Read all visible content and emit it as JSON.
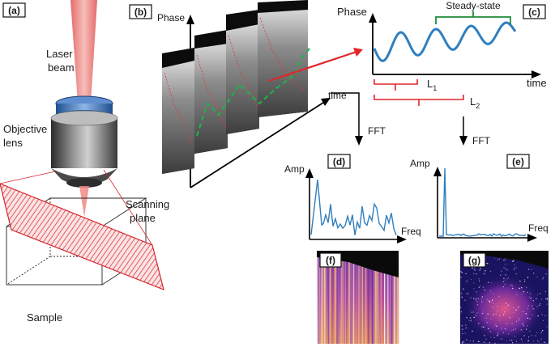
{
  "panels": {
    "a": "(a)",
    "b": "(b)",
    "c": "(c)",
    "d": "(d)",
    "e": "(e)",
    "f": "(f)",
    "g": "(g)"
  },
  "panel_a": {
    "laser_line1": "Laser",
    "laser_line2": "beam",
    "objective_line1": "Objective",
    "objective_line2": "lens",
    "scanning_line1": "Scanning",
    "scanning_line2": "plane",
    "sample": "Sample"
  },
  "panel_b": {
    "y_axis": "Phase",
    "x_axis": "time"
  },
  "panel_c": {
    "y_axis": "Phase",
    "x_axis": "time",
    "steady_state": "Steady-state",
    "l1": "L",
    "l1_sub": "1",
    "l2": "L",
    "l2_sub": "2"
  },
  "fft": {
    "left": "FFT",
    "right": "FFT"
  },
  "panel_d": {
    "y_axis": "Amp",
    "x_axis": "Freq"
  },
  "panel_e": {
    "y_axis": "Amp",
    "x_axis": "Freq"
  },
  "colors": {
    "signal": "#2f7fbf",
    "bracket_red": "#e0262a",
    "bracket_green": "#1f8a3a",
    "laser": "#e5736f",
    "mesh": "#d6262d"
  }
}
